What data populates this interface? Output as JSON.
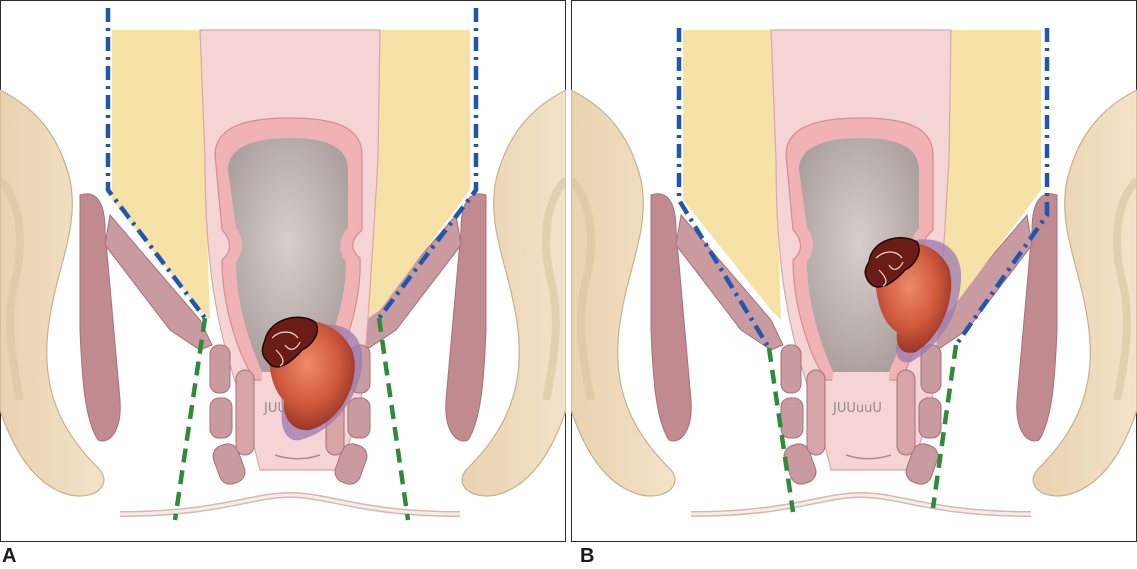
{
  "panels": [
    {
      "id": "A",
      "label": "A",
      "anal_valve_text": "JUU"
    },
    {
      "id": "B",
      "label": "B",
      "anal_valve_text": "JUUuuU"
    }
  ],
  "colors": {
    "mesorectal_fat": "#f6e2a6",
    "rectum_wall": "#f0b2b4",
    "rectum_lumen": "#b5a9a7",
    "muscle": "#c08a90",
    "bone": "#edd8b8",
    "tumor": "#c9503a",
    "plane_blue": "#1f57b0",
    "plane_green": "#2f8a3a",
    "frame": "#2b2b2b"
  }
}
